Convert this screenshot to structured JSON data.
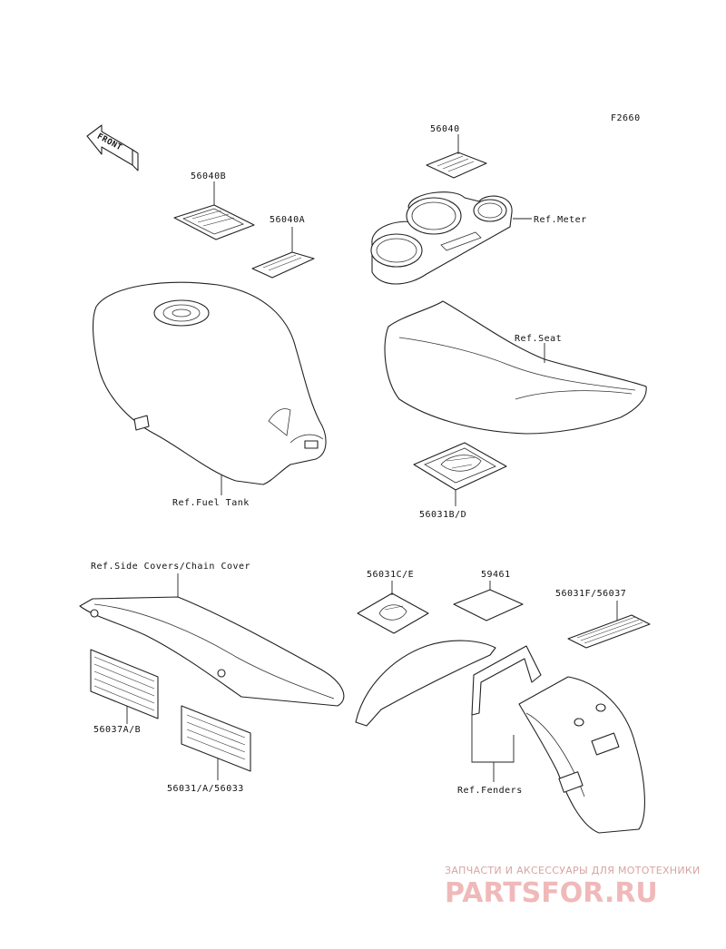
{
  "figure_code": "F2660",
  "direction_label": "FRONT",
  "labels": {
    "p56040": "56040",
    "p56040B": "56040B",
    "p56040A": "56040A",
    "ref_meter": "Ref.Meter",
    "ref_seat": "Ref.Seat",
    "ref_fuel_tank": "Ref.Fuel Tank",
    "p56031BD": "56031B/D",
    "ref_side_covers": "Ref.Side Covers/Chain Cover",
    "p56031CE": "56031C/E",
    "p59461": "59461",
    "p56031F56037": "56031F/56037",
    "p56037AB": "56037A/B",
    "p56031A56033": "56031/A/56033",
    "ref_fenders": "Ref.Fenders"
  },
  "watermark": {
    "tagline": "ЗАПЧАСТИ И АКСЕССУАРЫ ДЛЯ МОТОТЕХНИКИ",
    "logo": "PARTSFOR.RU"
  }
}
